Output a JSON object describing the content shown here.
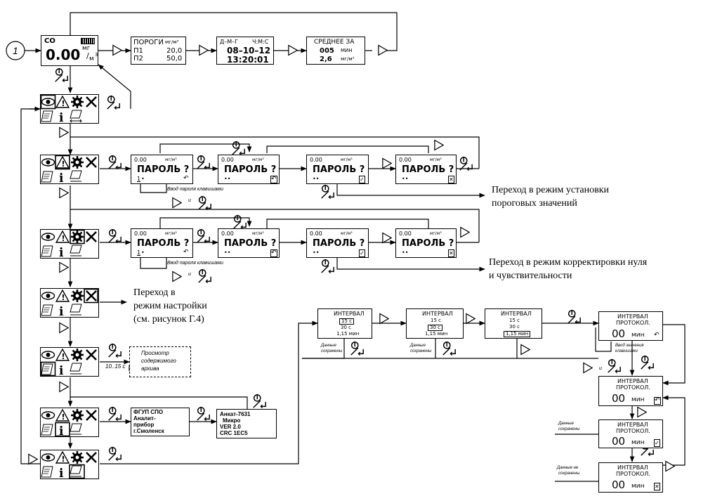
{
  "start": {
    "label": "1"
  },
  "co_screen": {
    "gas": "CO",
    "value": "0.00",
    "unit_top": "мг",
    "unit_bot": "м",
    "unit_exp": "3"
  },
  "thresholds": {
    "title": "ПОРОГИ",
    "unit": "мг/м³",
    "p1_label": "П1",
    "p1_value": "20,0",
    "p2_label": "П2",
    "p2_value": "50,0"
  },
  "datetime": {
    "header_left": "Д–М–Г",
    "header_right": "Ч:М:С",
    "date": "08–10–12",
    "time": "13:20:01"
  },
  "average": {
    "title": "СРЕДНЕЕ ЗА",
    "minutes": "005",
    "min_label": "МИН",
    "value": "2,6",
    "unit": "мг/м³"
  },
  "password": {
    "value": "0.00",
    "unit": "мг/м³",
    "prompt": "ПАРОЛЬ ?",
    "digit": "1",
    "dots": "••",
    "hint": "Ввод пароля клавишами",
    "and": "и"
  },
  "notes": {
    "thresholds_mode": [
      "Переход в режим установки",
      "пороговых значений"
    ],
    "zero_mode": [
      "Переход в режим корректировки нуля",
      "и чувствительности"
    ],
    "setup_mode": [
      "Переход в",
      "режим настройки",
      "(см. рисунок Г.4)"
    ],
    "archive": [
      "Просмотр",
      "содержимого",
      "архива"
    ],
    "archive_time": "10..15 с"
  },
  "about": {
    "org": [
      "ФГУП СПО",
      "Аналит-",
      "прибор",
      "г.Смоленск"
    ],
    "device": [
      "Анкат-7631",
      "Микро",
      "VER 2.0",
      "CRC 1EC5"
    ]
  },
  "interval": {
    "title": "ИНТЕРВАЛ",
    "options": [
      "15 с",
      "30 с",
      "1,15 мин"
    ],
    "saved": [
      "Данные",
      "сохранены"
    ],
    "not_saved": [
      "Данные не",
      "сохранены"
    ],
    "protocol_title": [
      "ИНТЕРВАЛ",
      "ПРОТОКОЛ."
    ],
    "protocol_value": "00",
    "protocol_unit": "мин",
    "hint": [
      "Ввод значения",
      "клавишами"
    ],
    "and": "и"
  }
}
